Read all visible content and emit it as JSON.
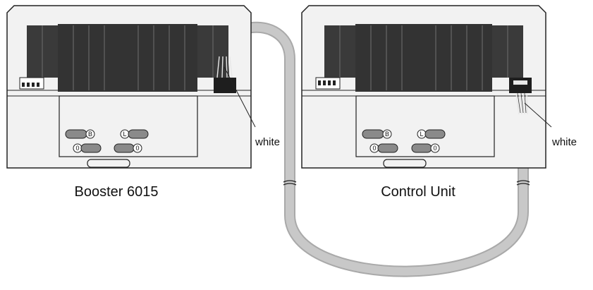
{
  "devices": [
    {
      "label": "Booster 6015",
      "wire_label": "white",
      "buttons": [
        {
          "symbol": "B",
          "shade": "#8a8a8a"
        },
        {
          "symbol": "L",
          "shade": "#8a8a8a"
        },
        {
          "symbol": "0",
          "shade": "#8a8a8a"
        },
        {
          "symbol": "0",
          "shade": "#8a8a8a"
        }
      ]
    },
    {
      "label": "Control Unit",
      "wire_label": "white",
      "buttons": [
        {
          "symbol": "B",
          "shade": "#8a8a8a"
        },
        {
          "symbol": "L",
          "shade": "#8a8a8a"
        },
        {
          "symbol": "0",
          "shade": "#8a8a8a"
        },
        {
          "symbol": "0",
          "shade": "#8a8a8a"
        }
      ]
    }
  ],
  "colors": {
    "housing": "#f2f2f2",
    "outline": "#222222",
    "heatsink": "#3a3a3a",
    "connector": "#1e1e1e",
    "cable": "#c8c8c8",
    "cable_edge": "#a9a9a9"
  }
}
